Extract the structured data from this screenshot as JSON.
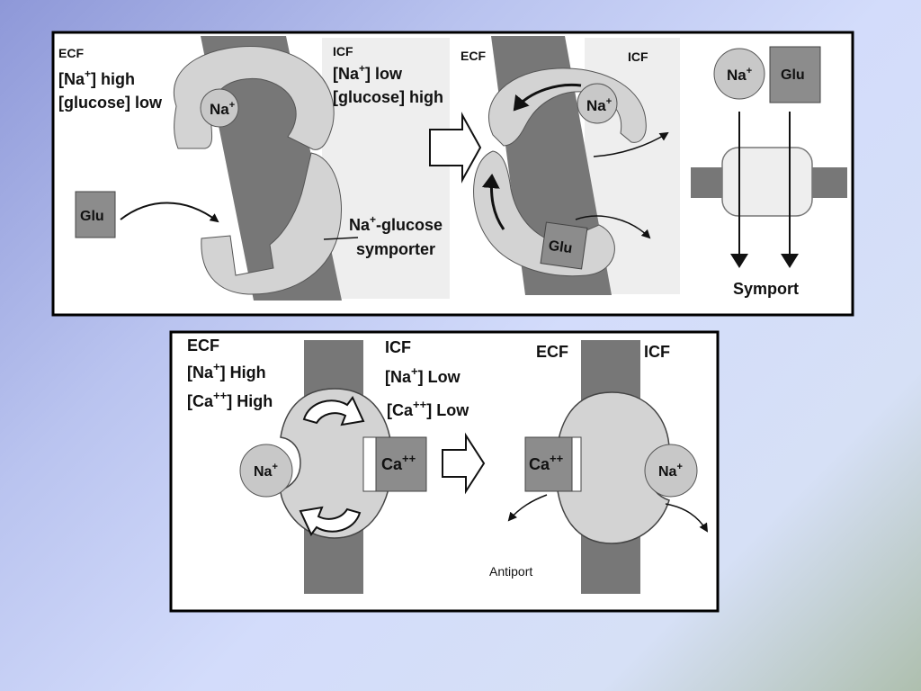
{
  "top": {
    "left_panel": {
      "ecf": "ECF",
      "na_high": "[Na",
      "na_high_sup": "+",
      "na_high_tail": "] high",
      "glucose_low": "[glucose] low",
      "icf": "ICF",
      "na_low": "[Na",
      "na_low_sup": "+",
      "na_low_tail": "] low",
      "glucose_high": "[glucose] high",
      "na_ion": "Na",
      "na_ion_sup": "+",
      "glu": "Glu",
      "symporter_line1": "Na",
      "symporter_line1_sup": "+",
      "symporter_line1_tail": "-glucose",
      "symporter_line2": "symporter"
    },
    "middle_panel": {
      "ecf": "ECF",
      "icf": "ICF",
      "na_ion": "Na",
      "na_ion_sup": "+",
      "glu": "Glu"
    },
    "right_panel": {
      "na_ion": "Na",
      "na_ion_sup": "+",
      "glu": "Glu",
      "caption": "Symport"
    }
  },
  "bottom": {
    "left_panel": {
      "ecf": "ECF",
      "na_high": "[Na",
      "na_high_sup": "+",
      "na_high_tail": "] High",
      "ca_high": "[Ca",
      "ca_high_sup": "++",
      "ca_high_tail": "] High",
      "icf": "ICF",
      "na_low": "[Na",
      "na_low_sup": "+",
      "na_low_tail": "] Low",
      "ca_low": "[Ca",
      "ca_low_sup": "++",
      "ca_low_tail": "] Low",
      "na_ion": "Na",
      "na_ion_sup": "+",
      "ca_ion": "Ca",
      "ca_ion_sup": "++"
    },
    "right_panel": {
      "ecf": "ECF",
      "icf": "ICF",
      "ca_ion": "Ca",
      "ca_ion_sup": "++",
      "na_ion": "Na",
      "na_ion_sup": "+"
    },
    "caption": "Antiport"
  },
  "colors": {
    "membrane": "#777777",
    "protein": "#d3d3d3",
    "square": "#8c8c8c",
    "panel_bg": "#ffffff",
    "icf_bg": "#eeeeee"
  }
}
